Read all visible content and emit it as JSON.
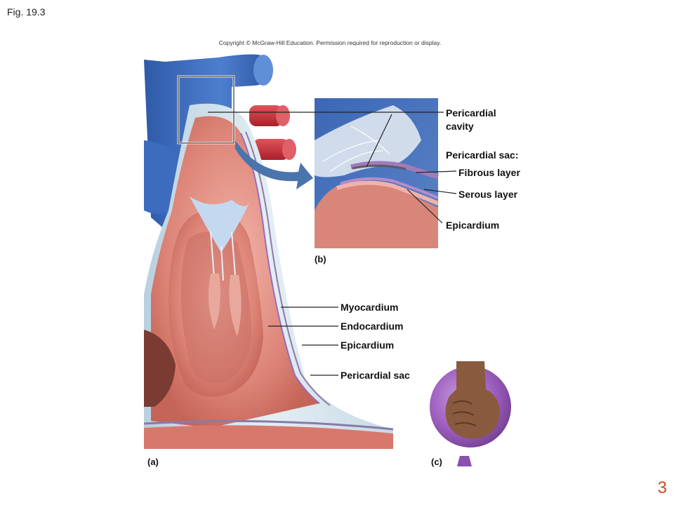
{
  "figure_number": "Fig. 19.3",
  "copyright": "Copyright © McGraw-Hill Education. Permission required for reproduction or display.",
  "slide_number": "3",
  "panels": {
    "a": "(a)",
    "b": "(b)",
    "c": "(c)"
  },
  "labels_b": {
    "pericardial_cavity_line1": "Pericardial",
    "pericardial_cavity_line2": "cavity",
    "pericardial_sac": "Pericardial sac:",
    "fibrous_layer": "Fibrous layer",
    "serous_layer": "Serous layer",
    "epicardium": "Epicardium"
  },
  "labels_a": {
    "myocardium": "Myocardium",
    "endocardium": "Endocardium",
    "epicardium": "Epicardium",
    "pericardial_sac": "Pericardial sac"
  },
  "colors": {
    "vessel_blue": "#3f6fbf",
    "artery_red": "#c8303a",
    "myocardium_pink": "#e0897d",
    "pericardium_pale": "#c9dbe6",
    "sac_purple": "#9c5bb8"
  }
}
